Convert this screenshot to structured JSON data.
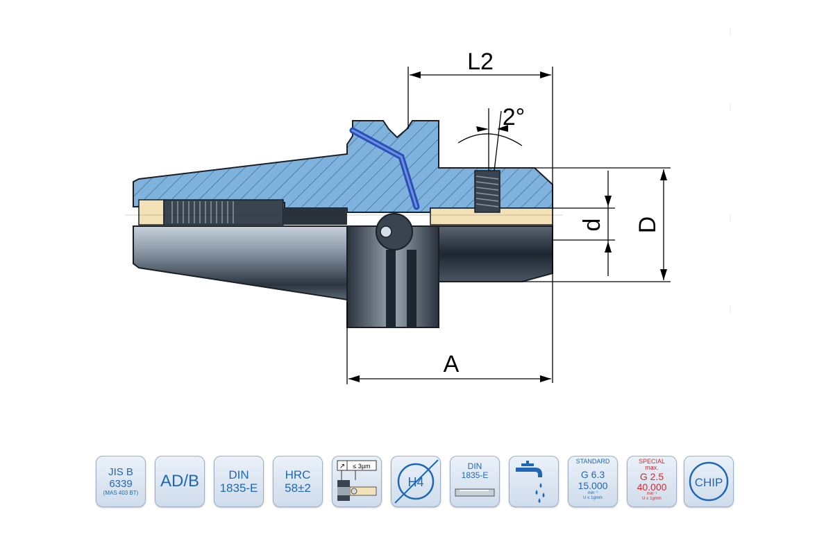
{
  "drawing": {
    "dimensions": {
      "L2": "L2",
      "A": "A",
      "d": "d",
      "D": "D",
      "angle": "2°"
    }
  },
  "badges": [
    {
      "name": "badge-jis",
      "lines": [
        "JIS B",
        "6339",
        "(MAS 403 BT)"
      ]
    },
    {
      "name": "badge-adb",
      "lines": [
        "AD/B"
      ]
    },
    {
      "name": "badge-din-1",
      "lines": [
        "DIN",
        "1835-E"
      ]
    },
    {
      "name": "badge-hrc",
      "lines": [
        "HRC",
        "58±2"
      ]
    },
    {
      "name": "badge-runout",
      "lines": [
        "≤ 3µm"
      ]
    },
    {
      "name": "badge-h4",
      "lines": [
        "H4"
      ]
    },
    {
      "name": "badge-din-2",
      "lines": [
        "DIN",
        "1835-E"
      ]
    },
    {
      "name": "badge-coolant",
      "lines": []
    },
    {
      "name": "badge-standard",
      "lines": [
        "STANDARD",
        "G 6.3",
        "15.000",
        "min⁻¹",
        "U ≤ 1gmm"
      ]
    },
    {
      "name": "badge-special",
      "lines": [
        "SPECIAL",
        "max.",
        "G 2.5",
        "40.000",
        "min⁻¹",
        "U ≤ 1gmm"
      ]
    },
    {
      "name": "badge-chip",
      "lines": [
        "CHIP"
      ]
    }
  ],
  "colors": {
    "accent": "#1f67b4",
    "red": "#d7262e",
    "section": "#7fb2dd",
    "steel": "#3c4a5a"
  }
}
